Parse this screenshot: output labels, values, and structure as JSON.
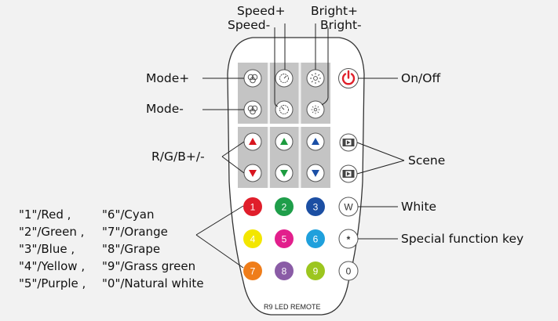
{
  "labels": {
    "speed_plus": "Speed+",
    "speed_minus": "Speed-",
    "bright_plus": "Bright+",
    "bright_minus": "Bright-",
    "mode_plus": "Mode+",
    "mode_minus": "Mode-",
    "on_off": "On/Off",
    "rgb": "R/G/B+/-",
    "scene": "Scene",
    "white": "White",
    "special": "Special function key"
  },
  "legend": [
    [
      "\"1\"/Red ,",
      "\"6\"/Cyan"
    ],
    [
      "\"2\"/Green ,",
      "\"7\"/Orange"
    ],
    [
      "\"3\"/Blue ,",
      "\"8\"/Grape"
    ],
    [
      "\"4\"/Yellow ,",
      "\"9\"/Grass green"
    ],
    [
      "\"5\"/Purple ,",
      "\"0\"/Natural white"
    ]
  ],
  "remote": {
    "model_label": "R9  LED REMOTE",
    "key_white": "W",
    "key_star": "*",
    "key_zero": "0",
    "color_keys": [
      {
        "label": "1",
        "color": "#e01e2b"
      },
      {
        "label": "2",
        "color": "#1f9e4a"
      },
      {
        "label": "3",
        "color": "#1c4fa3"
      },
      {
        "label": "4",
        "color": "#f3e600"
      },
      {
        "label": "5",
        "color": "#e21f8c"
      },
      {
        "label": "6",
        "color": "#1fa0dc"
      },
      {
        "label": "7",
        "color": "#ef7d1a"
      },
      {
        "label": "8",
        "color": "#8a5ca6"
      },
      {
        "label": "9",
        "color": "#9cc61f"
      }
    ],
    "power_color": "#e0202a",
    "arrow_colors": [
      "#d8151f",
      "#1d9b3f",
      "#1b4fa6"
    ]
  }
}
